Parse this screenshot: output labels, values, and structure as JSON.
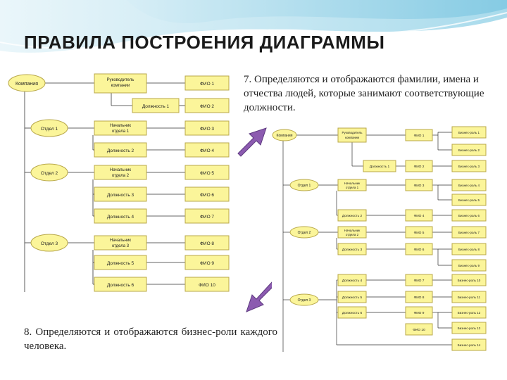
{
  "slide": {
    "title": "ПРАВИЛА ПОСТРОЕНИЯ ДИАГРАММЫ",
    "step7": "7. Определяются и отображаются фамилии, имена и отчества людей, которые занимают соответствующие должности.",
    "step8": "8. Определяются и отображаются бизнес-роли каждого человека."
  },
  "diagram1": {
    "company": "Компания",
    "head": "Руководитель компании",
    "position1": "Должность 1",
    "dept1": "Отдел 1",
    "dept1_head": "Начальник отдела 1",
    "position2": "Должность 2",
    "dept2": "Отдел 2",
    "dept2_head": "Начальник отдела 2",
    "position3": "Должность 3",
    "position4": "Должность 4",
    "dept3": "Отдел 3",
    "dept3_head": "Начальник отдела 3",
    "position5": "Должность 5",
    "position6": "Должность 6",
    "fio": [
      "ФИО 1",
      "ФИО 2",
      "ФИО 3",
      "ФИО 4",
      "ФИО 5",
      "ФИО 6",
      "ФИО 7",
      "ФИО 8",
      "ФИО 9",
      "ФИО 10"
    ]
  },
  "diagram2": {
    "company": "Компания",
    "head": "Руководитель компании",
    "position1": "Должность 1",
    "dept1": "Отдел 1",
    "dept1_head": "Начальник отдела 1",
    "position2": "Должность 2",
    "dept2": "Отдел 2",
    "dept2_head": "Начальник отдела 2",
    "position3": "Должность 3",
    "dept3": "Отдел 3",
    "position4": "Должность 4",
    "position5": "Должность 5",
    "position6": "Должность 6",
    "fio": [
      "ФИО 1",
      "ФИО 2",
      "ФИО 3",
      "ФИО 4",
      "ФИО 5",
      "ФИО 6",
      "ФИО 7",
      "ФИО 8",
      "ФИО 9",
      "ФИО 10"
    ],
    "roles": [
      "Бизнес-роль 1",
      "Бизнес-роль 2",
      "Бизнес-роль 3",
      "Бизнес-роль 4",
      "Бизнес-роль 5",
      "Бизнес-роль 6",
      "Бизнес-роль 7",
      "Бизнес-роль 8",
      "Бизнес-роль 9",
      "Бизнес-роль 10",
      "Бизнес-роль 11",
      "Бизнес-роль 12",
      "Бизнес-роль 13",
      "Бизнес-роль 14"
    ]
  },
  "colors": {
    "box_fill": "#fbf59a",
    "box_stroke": "#b8a84a",
    "text": "#222222",
    "arrow": "#8c5bb0",
    "wave": "#7fd0e8"
  }
}
